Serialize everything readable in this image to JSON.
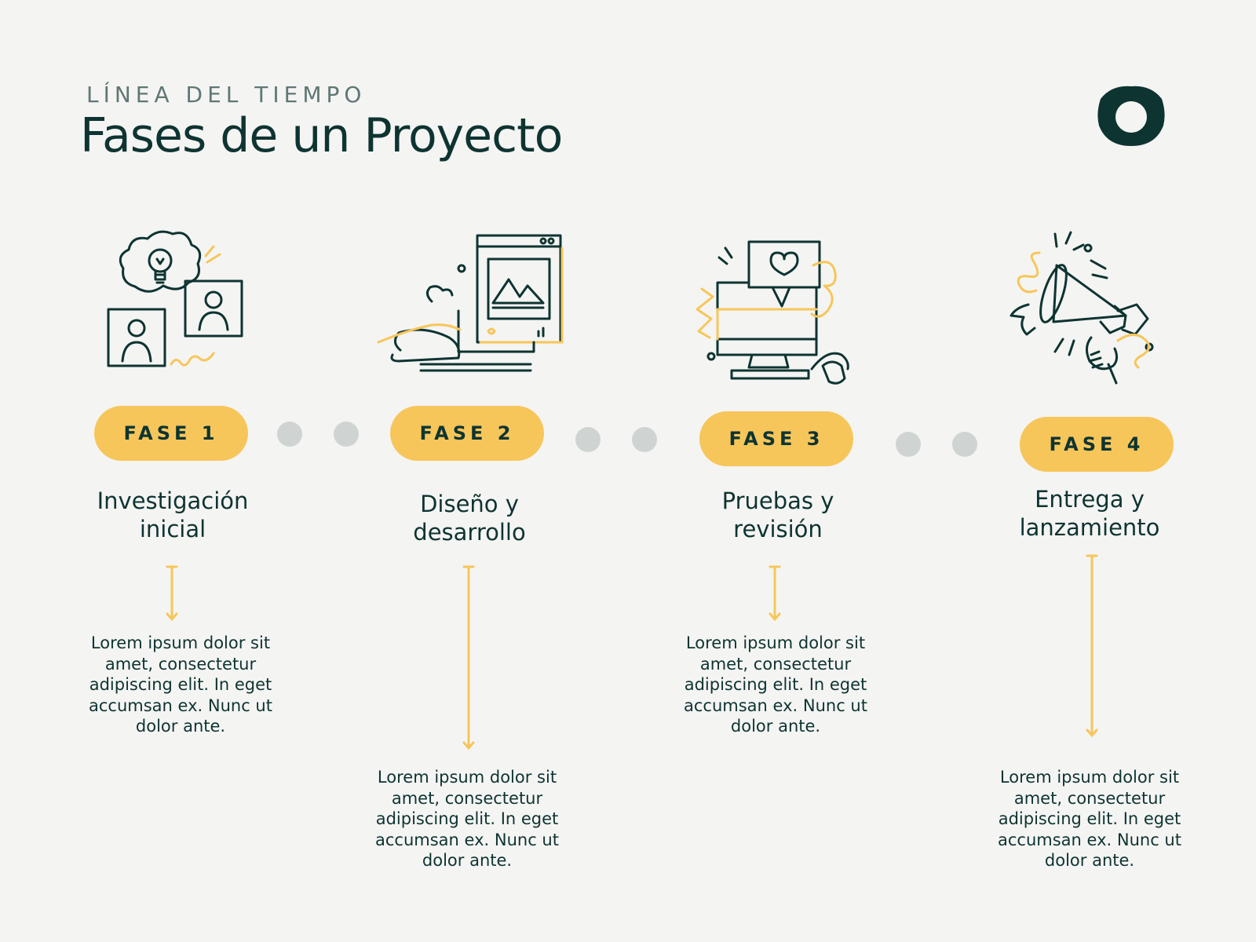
{
  "header": {
    "kicker": "LÍNEA DEL TIEMPO",
    "title": "Fases de un Proyecto"
  },
  "colors": {
    "background": "#f4f4f3",
    "dark": "#0e3431",
    "accent": "#f7c65a",
    "dot": "#cfd4d3"
  },
  "phases": [
    {
      "badge": "FASE 1",
      "name_line1": "Investigación",
      "name_line2": "inicial",
      "icon": "brainstorm-lightbulb-icon",
      "description": "Lorem ipsum dolor sit amet, consectetur adipiscing elit. In eget accumsan ex. Nunc ut dolor ante."
    },
    {
      "badge": "FASE 2",
      "name_line1": "Diseño y",
      "name_line2": "desarrollo",
      "icon": "design-laptop-icon",
      "description": "Lorem ipsum dolor sit amet, consectetur adipiscing elit. In eget accumsan ex. Nunc ut dolor ante."
    },
    {
      "badge": "FASE 3",
      "name_line1": "Pruebas y",
      "name_line2": "revisión",
      "icon": "computer-review-icon",
      "description": "Lorem ipsum dolor sit amet, consectetur adipiscing elit. In eget accumsan ex. Nunc ut dolor ante."
    },
    {
      "badge": "FASE 4",
      "name_line1": "Entrega y",
      "name_line2": "lanzamiento",
      "icon": "megaphone-launch-icon",
      "description": "Lorem ipsum dolor sit amet, consectetur adipiscing elit. In eget accumsan ex. Nunc ut dolor ante."
    }
  ]
}
